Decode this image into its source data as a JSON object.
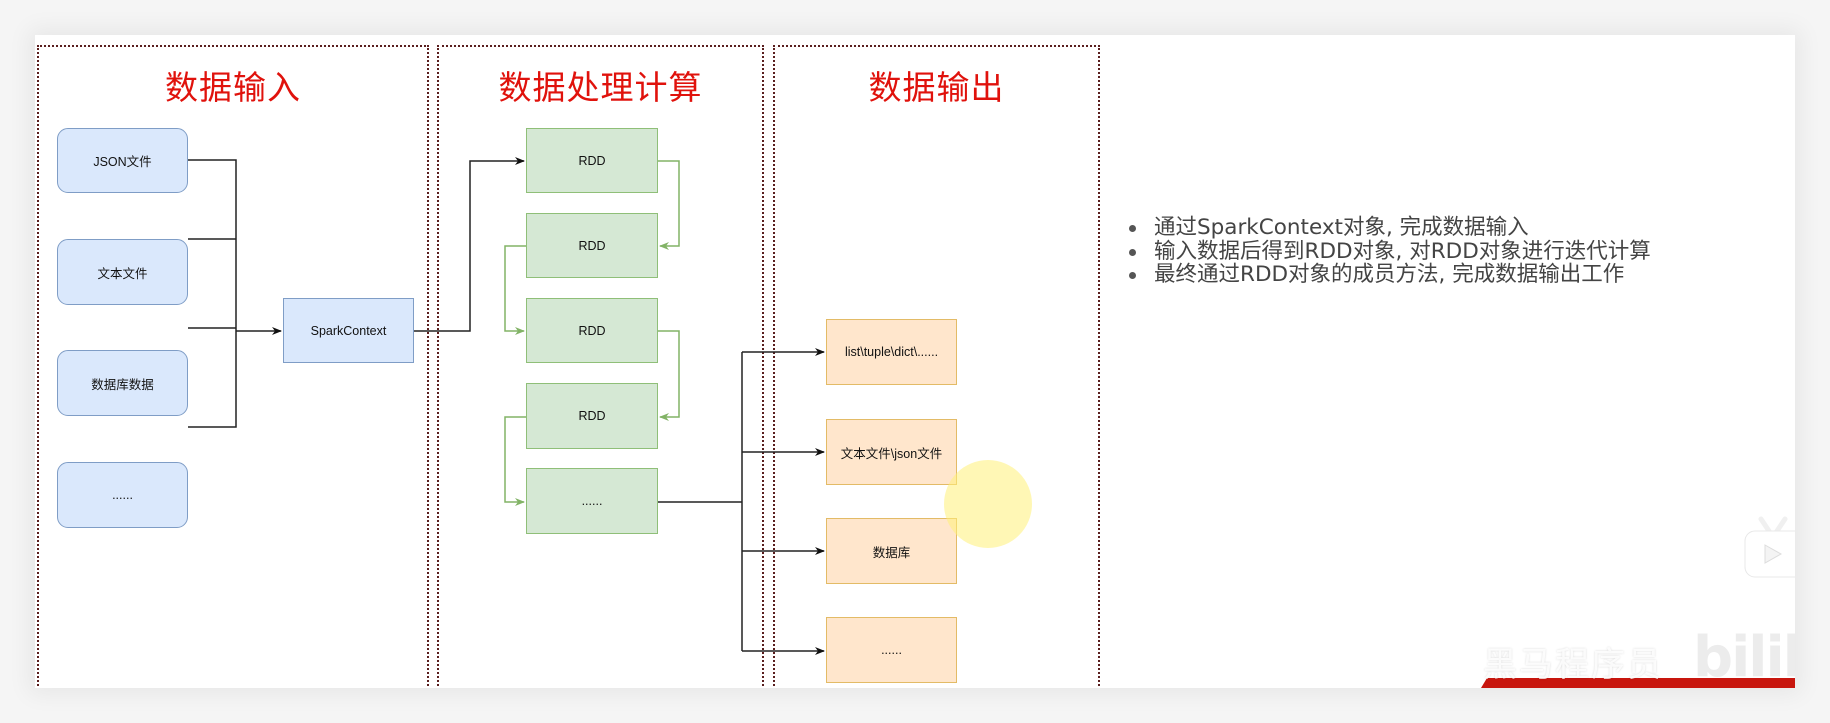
{
  "panels": [
    {
      "title": "数据输入"
    },
    {
      "title": "数据处理计算"
    },
    {
      "title": "数据输出"
    }
  ],
  "inputs": [
    {
      "label": "JSON文件"
    },
    {
      "label": "文本文件"
    },
    {
      "label": "数据库数据"
    },
    {
      "label": "......"
    }
  ],
  "context": {
    "label": "SparkContext"
  },
  "rdds": [
    {
      "label": "RDD"
    },
    {
      "label": "RDD"
    },
    {
      "label": "RDD"
    },
    {
      "label": "RDD"
    },
    {
      "label": "......"
    }
  ],
  "outputs": [
    {
      "label": "list\\tuple\\dict\\......"
    },
    {
      "label": "文本文件\\json文件"
    },
    {
      "label": "数据库"
    },
    {
      "label": "......"
    }
  ],
  "bullets": [
    "通过SparkContext对象, 完成数据输入",
    "输入数据后得到RDD对象, 对RDD对象进行迭代计算",
    "最终通过RDD对象的成员方法, 完成数据输出工作"
  ],
  "overlay": {
    "watermark": "黑马程序员",
    "logo": "bilibili"
  },
  "colors": {
    "title_red": "#e0120c",
    "input_fill": "#dae8fc",
    "rdd_fill": "#d5e8d4",
    "output_fill": "#ffe6cc",
    "wire_black": "#222222",
    "wire_green": "#82b366"
  }
}
